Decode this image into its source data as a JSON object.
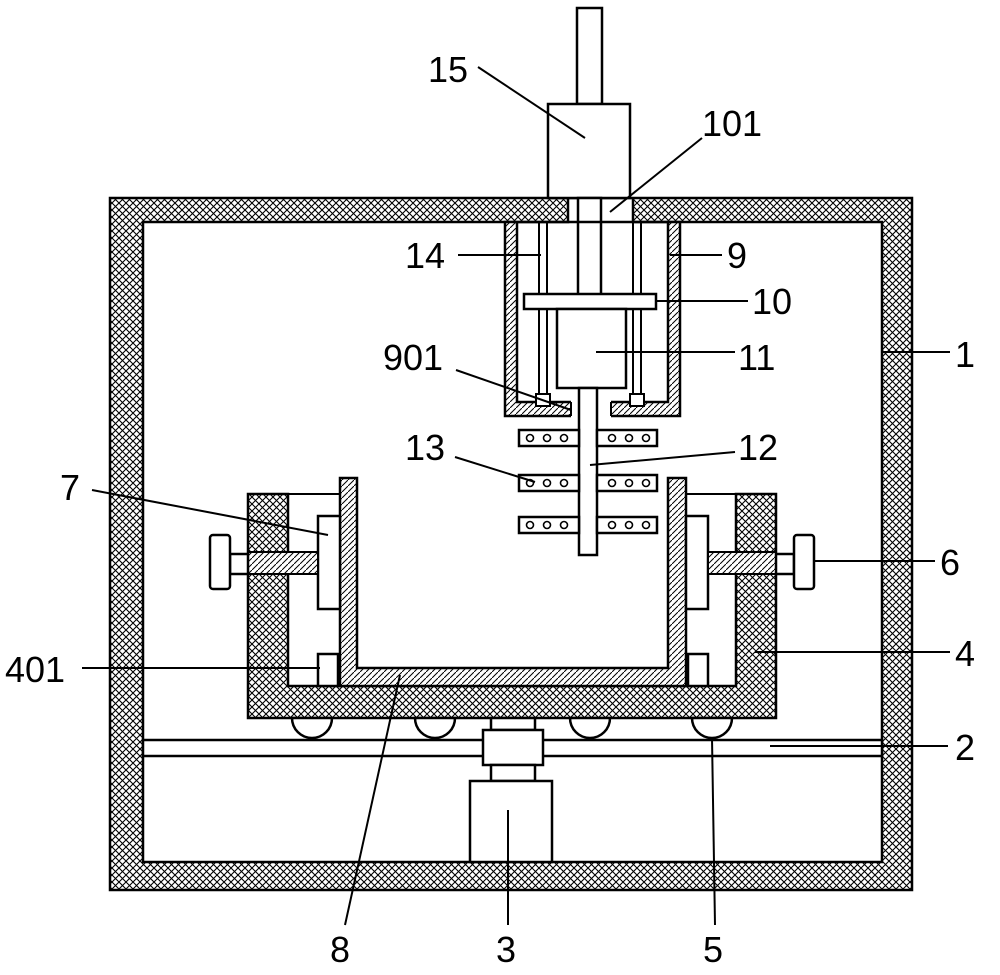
{
  "diagram": {
    "labels": {
      "l15": "15",
      "l101": "101",
      "l14": "14",
      "l9": "9",
      "l10": "10",
      "l901": "901",
      "l11": "11",
      "l13": "13",
      "l12": "12",
      "l7": "7",
      "l1": "1",
      "l6": "6",
      "l401": "401",
      "l4": "4",
      "l2": "2",
      "l8": "8",
      "l3": "3",
      "l5": "5"
    }
  }
}
